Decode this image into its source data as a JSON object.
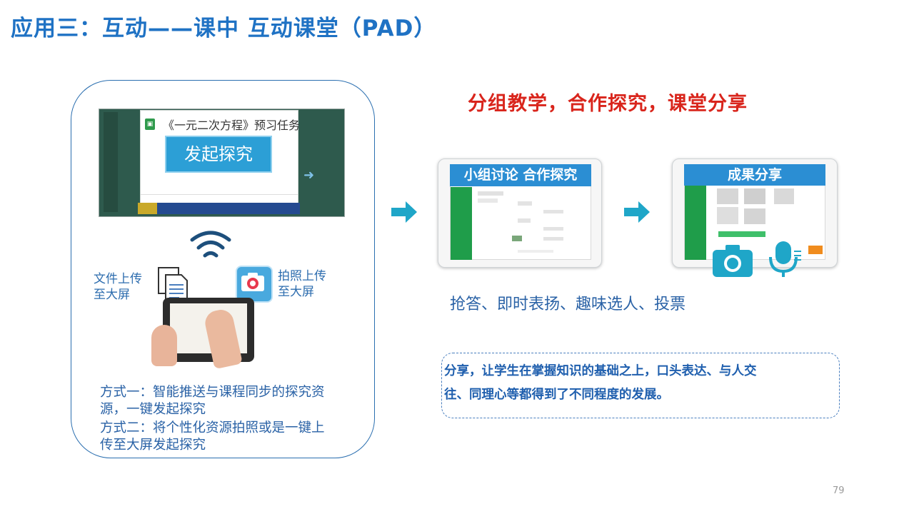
{
  "slide": {
    "title": "应用三：互动——课中  互动课堂（PAD）",
    "page_number": "79"
  },
  "left": {
    "dialog_title": "《一元二次方程》预习任务",
    "launch_button": "发起探究",
    "label_file_line1": "文件上传",
    "label_file_line2": "至大屏",
    "label_photo_line1": "拍照上传",
    "label_photo_line2": "至大屏",
    "desc_lines": [
      "方式一：智能推送与课程同步的探究资",
      "源，一键发起探究",
      "方式二：将个性化资源拍照或是一键上",
      "传至大屏发起探究"
    ]
  },
  "right": {
    "heading": "分组教学，合作探究，课堂分享",
    "pad1_header": "小组讨论 合作探究",
    "pad2_header": "成果分享",
    "activities": "抢答、即时表扬、趣味选人、投票",
    "box_lines": [
      "分享，让学生在掌握知识的基础之上，口头表达、与人交",
      "往、同理心等都得到了不同程度的发展。"
    ]
  },
  "colors": {
    "title_blue": "#1f72c4",
    "heading_red": "#d9251c",
    "arrow_teal": "#1fa6c8",
    "text_blue": "#2a62a6"
  },
  "icons": [
    "wifi-icon",
    "document-icon",
    "camera-icon",
    "arrow-right-icon",
    "microphone-icon"
  ]
}
